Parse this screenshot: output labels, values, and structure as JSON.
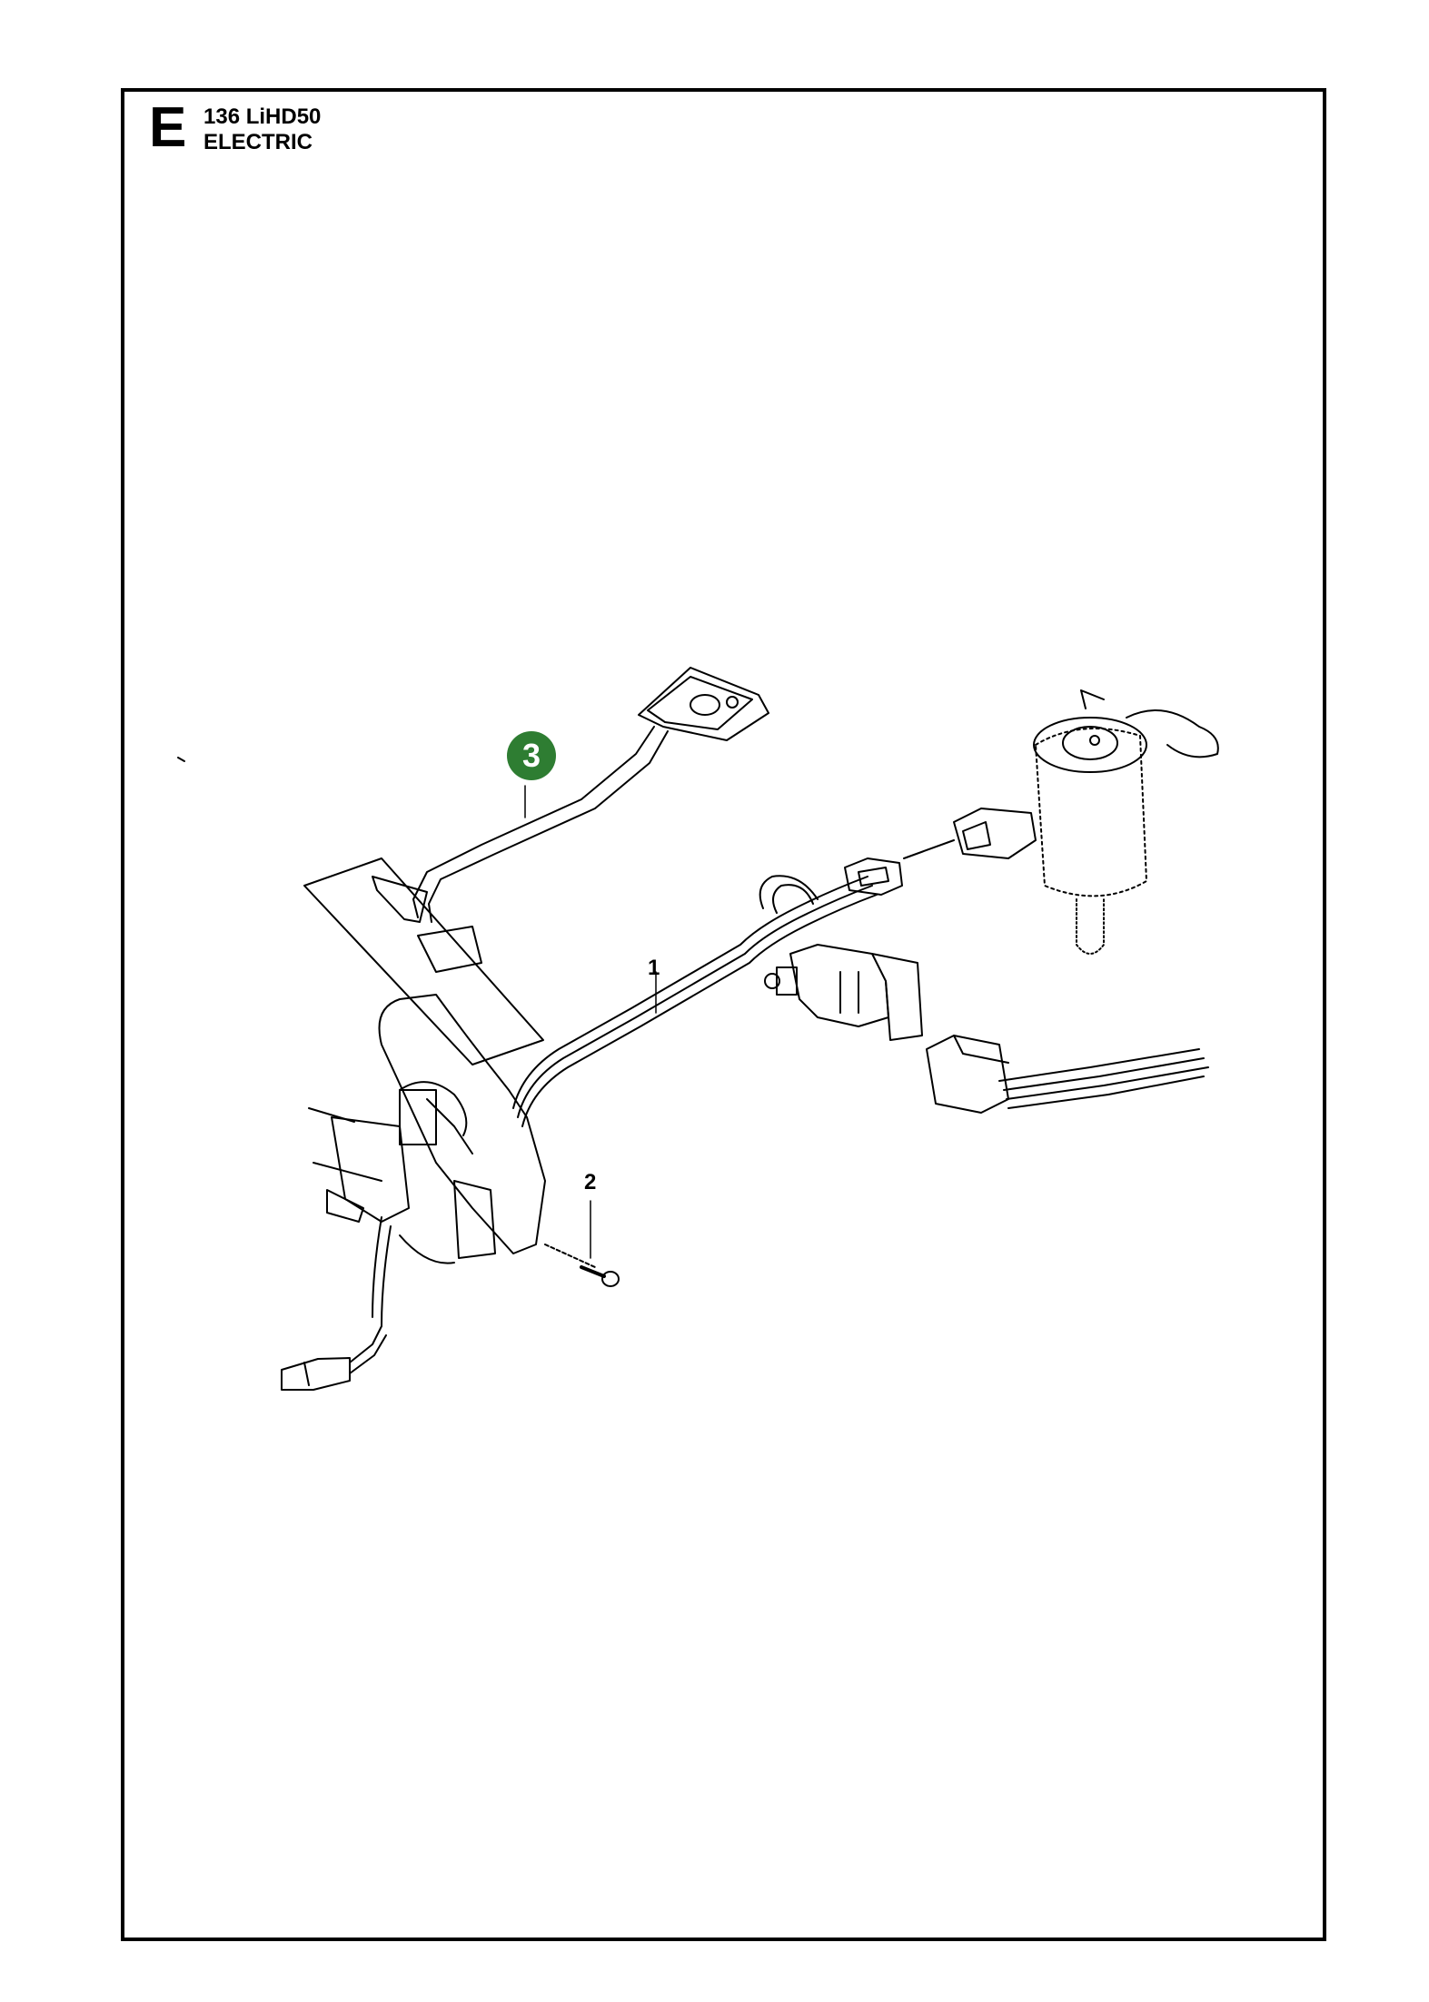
{
  "header": {
    "section_letter": "E",
    "model": "136 LiHD50",
    "section_title": "ELECTRIC"
  },
  "callouts": [
    {
      "label": "1"
    },
    {
      "label": "2"
    },
    {
      "label": "3",
      "highlight_color": "#2e7d32"
    }
  ],
  "colors": {
    "frame": "#000000",
    "highlight_badge": "#2e7d32",
    "badge_text": "#ffffff"
  }
}
